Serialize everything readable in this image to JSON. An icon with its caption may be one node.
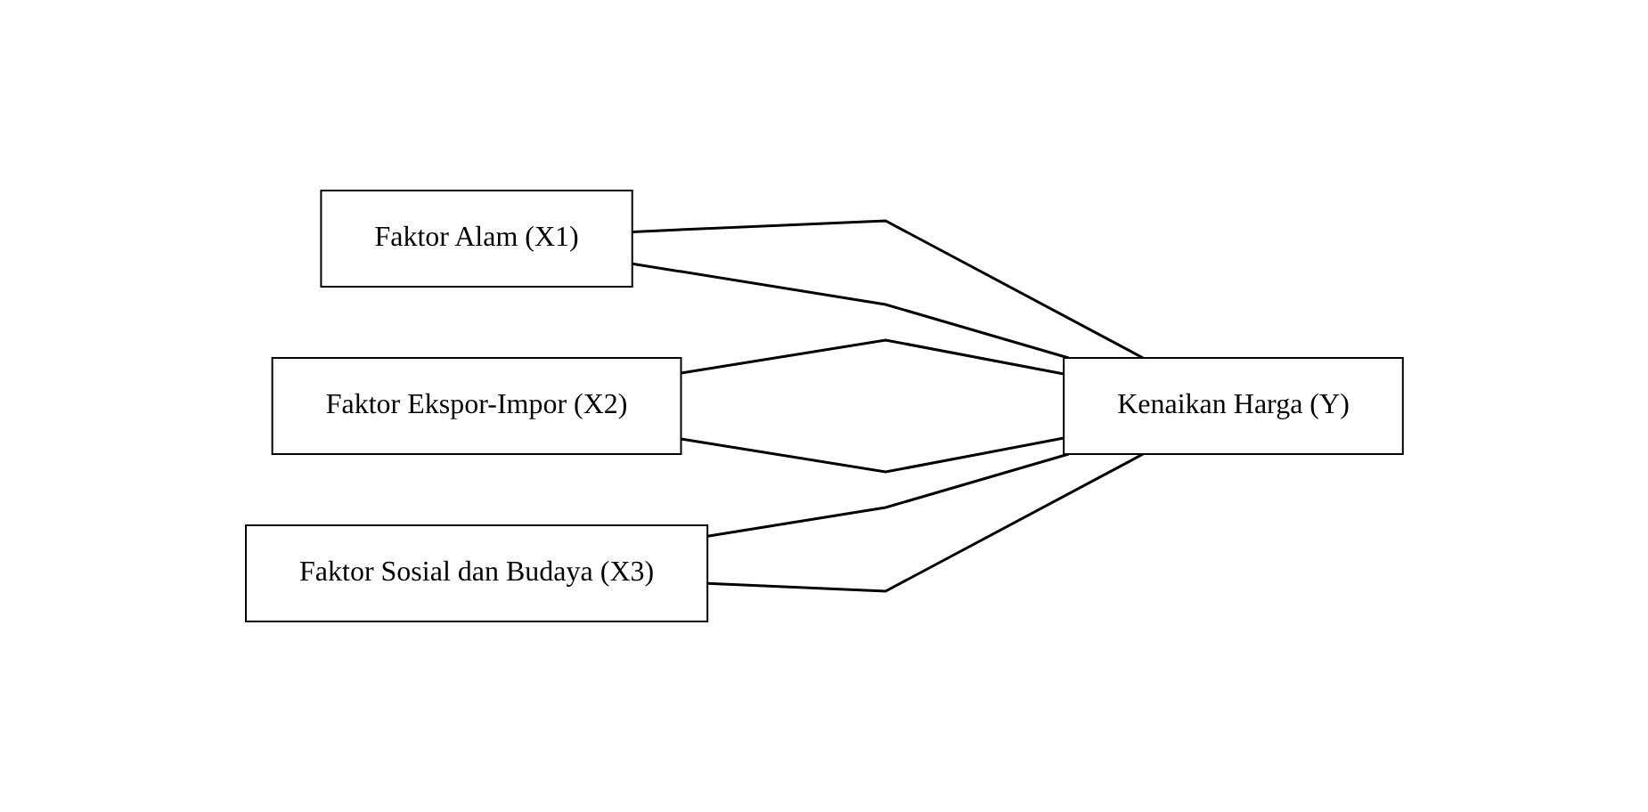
{
  "diagram": {
    "nodes": [
      {
        "text": [
          "Faktor Alam (X1)"
        ]
      },
      {
        "text": [
          "Faktor Ekspor-Impor (X2)"
        ]
      },
      {
        "text": [
          "Faktor Sosial dan Budaya (X3)"
        ]
      },
      {
        "text": [
          "Kenaikan Harga (Y)"
        ]
      }
    ],
    "edges": [
      {
        "from": 0,
        "to": 3,
        "arrow": "none"
      },
      {
        "from": 1,
        "to": 3,
        "arrow": "none"
      },
      {
        "from": 2,
        "to": 3,
        "arrow": "none"
      },
      {
        "from": 0,
        "to": 3,
        "arrow": "none"
      },
      {
        "from": 1,
        "to": 3,
        "arrow": "none"
      },
      {
        "from": 2,
        "to": 3,
        "arrow": "none"
      }
    ]
  }
}
